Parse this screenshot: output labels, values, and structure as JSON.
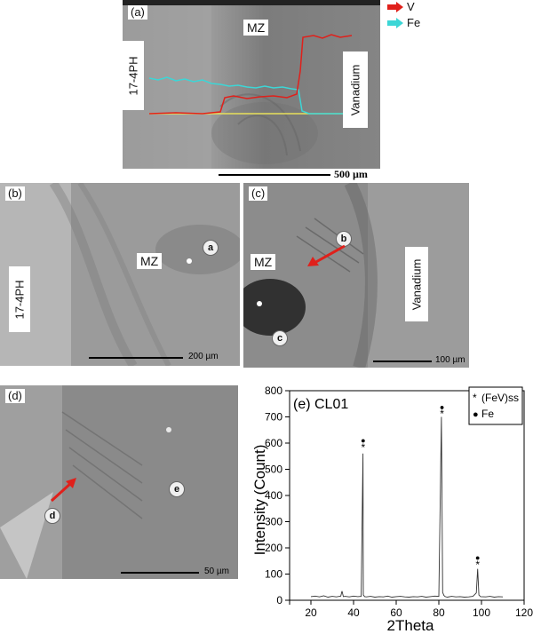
{
  "panel_a": {
    "label": "(a)",
    "mz": "MZ",
    "left_material": "17-4PH",
    "right_material": "Vanadium",
    "scale": "500 µm",
    "legend": [
      {
        "name": "V",
        "color": "#e0201b"
      },
      {
        "name": "Fe",
        "color": "#3cd6d6"
      }
    ]
  },
  "panel_b": {
    "label": "(b)",
    "mz": "MZ",
    "material": "17-4PH",
    "point": "a",
    "scale": "200 µm"
  },
  "panel_c": {
    "label": "(c)",
    "mz": "MZ",
    "material": "Vanadium",
    "point_b": "b",
    "point_c": "c",
    "scale": "100 µm"
  },
  "panel_d": {
    "label": "(d)",
    "point_d": "d",
    "point_e": "e",
    "scale": "50 µm"
  },
  "chart_data": {
    "type": "line",
    "title": "(e) CL01",
    "xlabel": "2Theta",
    "ylabel": "Intensity (Count)",
    "xlim": [
      10,
      120
    ],
    "ylim": [
      0,
      800
    ],
    "xticks": [
      10,
      20,
      40,
      60,
      80,
      100,
      120
    ],
    "xtick_labels": [
      "",
      "20",
      "40",
      "60",
      "80",
      "100",
      "120"
    ],
    "yticks": [
      0,
      100,
      200,
      300,
      400,
      500,
      600,
      700,
      800
    ],
    "legend": [
      {
        "symbol": "*",
        "name": "(FeV)ss"
      },
      {
        "symbol": "●",
        "name": "Fe"
      }
    ],
    "series": [
      {
        "x": [
          20,
          22,
          24,
          26,
          28,
          30,
          32,
          34,
          34.6,
          35.2,
          36,
          38,
          40,
          42,
          43.6,
          44.4,
          44.6,
          45.2,
          46,
          48,
          50,
          52,
          54,
          56,
          58,
          60,
          62,
          64,
          66,
          68,
          70,
          72,
          74,
          76,
          78,
          80,
          81.2,
          81.8,
          82.4,
          83,
          84,
          86,
          88,
          90,
          92,
          94,
          96,
          97.6,
          98.2,
          98.8,
          99.6,
          102,
          104,
          106,
          108,
          110
        ],
        "y": [
          14,
          16,
          13,
          17,
          12,
          15,
          13,
          16,
          35,
          14,
          15,
          13,
          16,
          14,
          15,
          560,
          20,
          14,
          13,
          15,
          12,
          14,
          13,
          16,
          12,
          14,
          15,
          13,
          12,
          14,
          13,
          15,
          12,
          14,
          16,
          15,
          700,
          30,
          18,
          14,
          12,
          15,
          13,
          14,
          12,
          13,
          15,
          28,
          120,
          20,
          14,
          13,
          15,
          12,
          14,
          13
        ]
      }
    ],
    "markers": [
      {
        "x": 44.5,
        "y": 590,
        "symbol": "*"
      },
      {
        "x": 44.5,
        "y": 610,
        "symbol": "●"
      },
      {
        "x": 81.5,
        "y": 718,
        "symbol": "*"
      },
      {
        "x": 81.5,
        "y": 738,
        "symbol": "●"
      },
      {
        "x": 98.2,
        "y": 142,
        "symbol": "*"
      },
      {
        "x": 98.2,
        "y": 162,
        "symbol": "●"
      }
    ]
  }
}
